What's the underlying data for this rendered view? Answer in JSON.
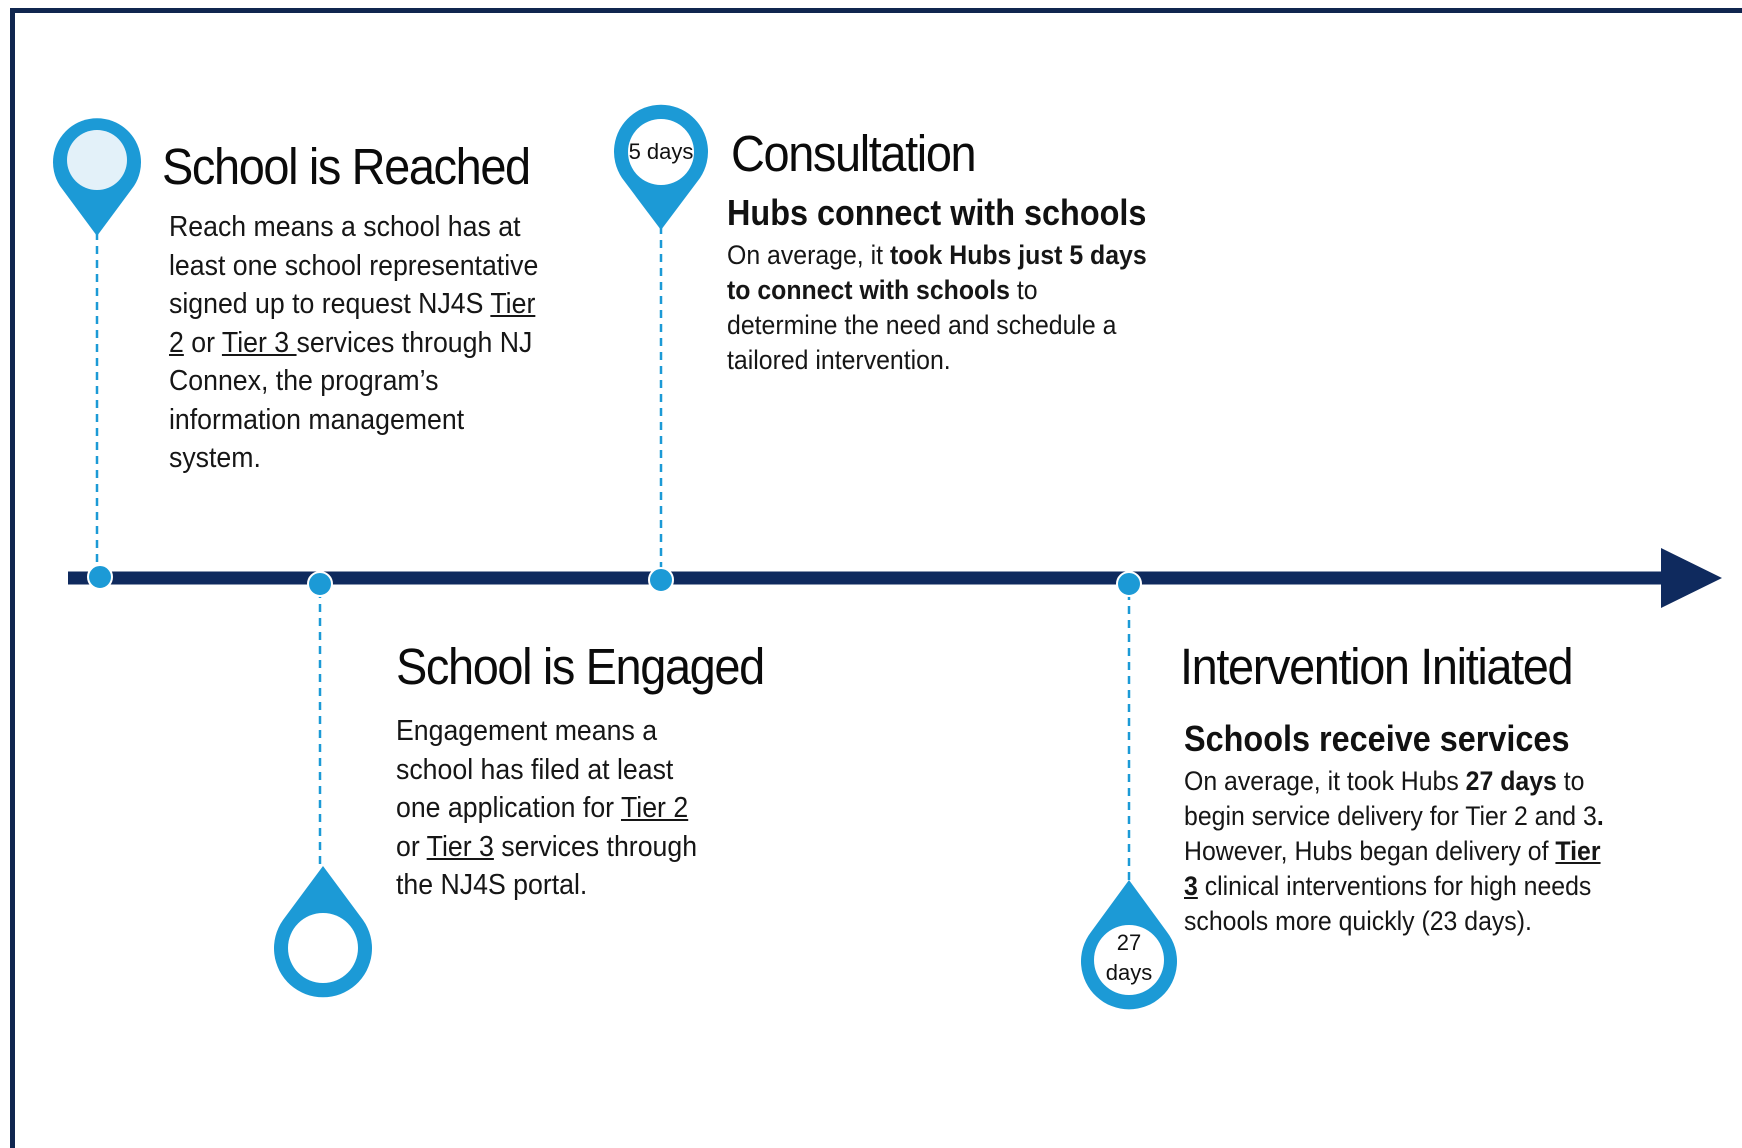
{
  "colors": {
    "axis": "#0f2a5e",
    "pin": "#1c9ad6",
    "pin_light": "#e3f1f9",
    "frame": "#10264f"
  },
  "milestones": {
    "reached": {
      "title": "School is Reached",
      "pin_icon": "map-pin-icon",
      "description": [
        {
          "text": "Reach means a school has at least one school representative signed up to request NJ4S "
        },
        {
          "text": "Tier 2",
          "underline": true
        },
        {
          "text": " or "
        },
        {
          "text": "Tier 3 ",
          "underline": true
        },
        {
          "text": "services through NJ Connex, the program’s information management system."
        }
      ]
    },
    "engaged": {
      "title": "School is Engaged",
      "pin_icon": "map-pin-icon",
      "description": [
        {
          "text": "Engagement means a school has filed at least one application for "
        },
        {
          "text": "Tier 2",
          "underline": true
        },
        {
          "text": " or "
        },
        {
          "text": "Tier 3",
          "underline": true
        },
        {
          "text": " services through the NJ4S portal."
        }
      ]
    },
    "consultation": {
      "title": "Consultation",
      "subtitle": "Hubs connect with schools",
      "pin_label": "5 days",
      "pin_icon": "map-pin-icon",
      "description": [
        {
          "text": "On average, it "
        },
        {
          "text": "took Hubs just 5 days to connect with schools",
          "bold": true
        },
        {
          "text": " to determine the need and schedule a tailored intervention."
        }
      ]
    },
    "initiated": {
      "title": "Intervention Initiated",
      "subtitle": "Schools receive services",
      "pin_label_line1": "27",
      "pin_label_line2": "days",
      "pin_icon": "map-pin-icon",
      "description": [
        {
          "text": "On average, it took Hubs "
        },
        {
          "text": "27 days",
          "bold": true
        },
        {
          "text": " to begin service delivery for Tier 2 and 3"
        },
        {
          "text": ".",
          "bold": true
        },
        {
          "text": " However,  Hubs began delivery of "
        },
        {
          "text": "Tier 3",
          "bold": true,
          "underline": true
        },
        {
          "text": " clinical interventions for high needs schools  more quickly (23 days)."
        }
      ]
    }
  }
}
